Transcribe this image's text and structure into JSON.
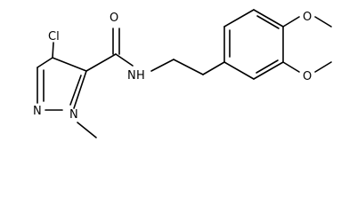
{
  "colors": {
    "bond": "#000000",
    "background": "#ffffff"
  },
  "molecule": {
    "atoms": {
      "chlorine": "Cl",
      "carbonyl_oxygen": "O",
      "amide_nh": "N",
      "amide_h": "H",
      "pyrazole_n2": "N",
      "pyrazole_n1": "N",
      "methoxy_o_top": "O",
      "methoxy_o_bottom": "O"
    }
  }
}
